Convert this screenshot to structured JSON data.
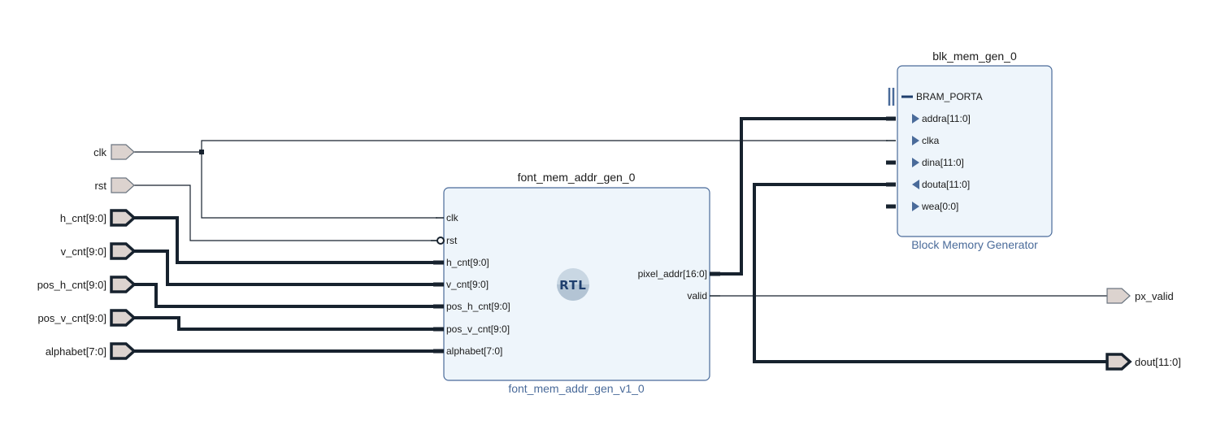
{
  "inputs": {
    "clk": "clk",
    "rst": "rst",
    "h_cnt": "h_cnt[9:0]",
    "v_cnt": "v_cnt[9:0]",
    "pos_h_cnt": "pos_h_cnt[9:0]",
    "pos_v_cnt": "pos_v_cnt[9:0]",
    "alphabet": "alphabet[7:0]"
  },
  "outputs": {
    "px_valid": "px_valid",
    "dout": "dout[11:0]"
  },
  "font_block": {
    "instance": "font_mem_addr_gen_0",
    "ip_name": "font_mem_addr_gen_v1_0",
    "badge": "RTL",
    "ports_in": [
      "clk",
      "rst",
      "h_cnt[9:0]",
      "v_cnt[9:0]",
      "pos_h_cnt[9:0]",
      "pos_v_cnt[9:0]",
      "alphabet[7:0]"
    ],
    "ports_out": [
      "pixel_addr[16:0]",
      "valid"
    ]
  },
  "bram_block": {
    "instance": "blk_mem_gen_0",
    "ip_name": "Block Memory Generator",
    "interface": "BRAM_PORTA",
    "ports": [
      "addra[11:0]",
      "clka",
      "dina[11:0]",
      "douta[11:0]",
      "wea[0:0]"
    ]
  },
  "colors": {
    "wire": "#17222e",
    "block_fill": "#eef5fb",
    "block_border": "#4a6b9a",
    "port_fill": "#dcd3cf"
  }
}
